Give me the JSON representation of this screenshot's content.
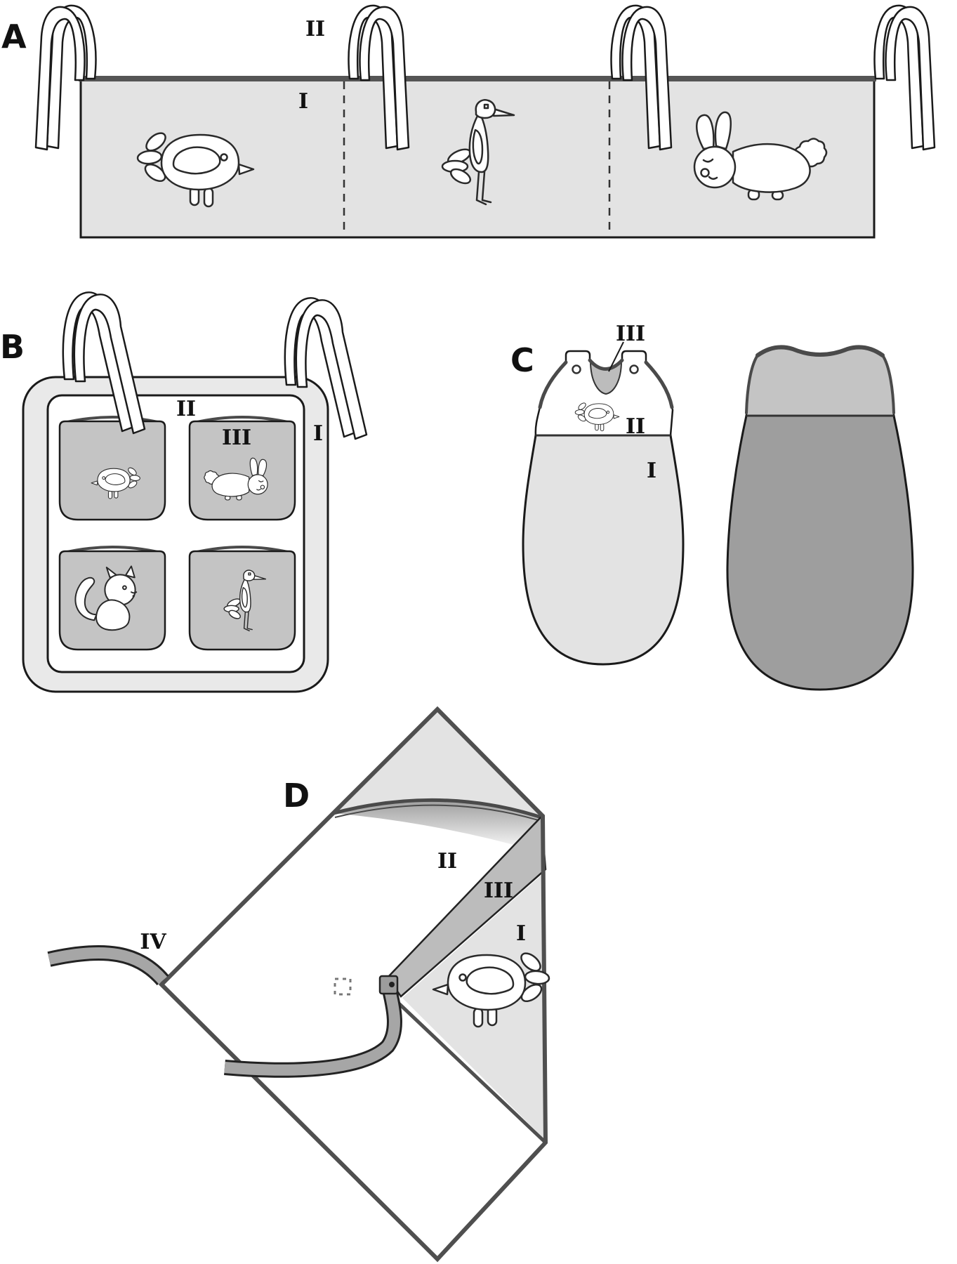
{
  "page": {
    "background": "#ffffff",
    "kind": "pattern-instruction-line-art"
  },
  "colors": {
    "panel_fill": "#e3e3e3",
    "pocket_fill": "#c4c4c4",
    "back_body_fill": "#9e9e9e",
    "back_yoke_fill": "#c4c4c4",
    "band_fill": "#bcbcbc",
    "tie_fill": "#a6a6a6",
    "binding": "#4a4a4a",
    "outline": "#1a1a1a"
  },
  "panels": {
    "A": {
      "letter": "A",
      "item": "crib-bumper",
      "labels": {
        "ii": "II",
        "i": "I"
      },
      "motifs": [
        "chick-icon",
        "stork-icon",
        "bunny-icon"
      ],
      "tie_count": 4,
      "section_count": 3
    },
    "B": {
      "letter": "B",
      "item": "pocket-organizer",
      "labels": {
        "ii": "II",
        "iii": "III",
        "i": "I"
      },
      "pocket_motifs": [
        "chick-icon",
        "bunny-icon",
        "cat-icon",
        "stork-icon"
      ],
      "pocket_count": 4,
      "tie_pair_count": 2
    },
    "C": {
      "letter": "C",
      "item": "sleeping-bag",
      "labels": {
        "iii": "III",
        "ii": "II",
        "i": "I"
      },
      "views": [
        "front",
        "back"
      ],
      "motif": "chick-icon"
    },
    "D": {
      "letter": "D",
      "item": "hooded-wrap-blanket",
      "labels": {
        "ii": "II",
        "iii": "III",
        "i": "I",
        "iv": "IV"
      },
      "motif": "chick-icon",
      "tie_count": 2
    }
  }
}
